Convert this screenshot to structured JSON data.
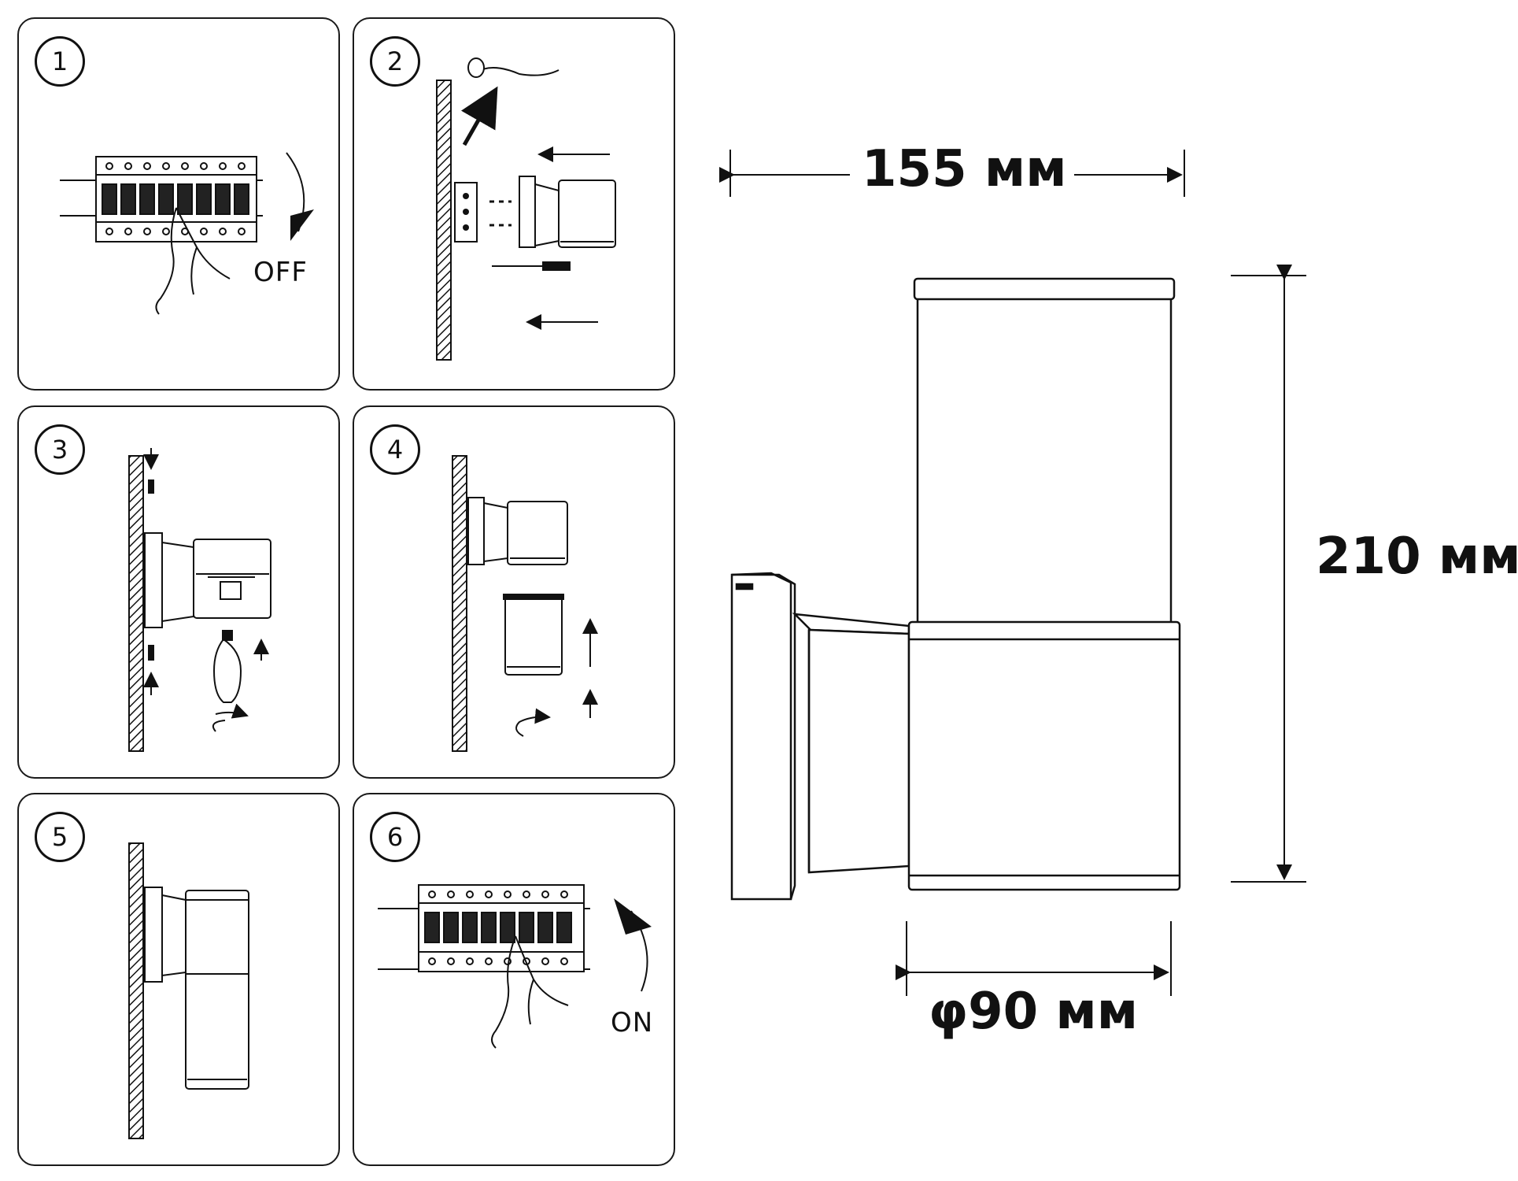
{
  "steps": [
    {
      "number": "1",
      "caption": "OFF"
    },
    {
      "number": "2",
      "caption": ""
    },
    {
      "number": "3",
      "caption": ""
    },
    {
      "number": "4",
      "caption": ""
    },
    {
      "number": "5",
      "caption": ""
    },
    {
      "number": "6",
      "caption": "ON"
    }
  ],
  "dimensions": {
    "width": "155 мм",
    "height": "210 мм",
    "diameter": "φ90 мм"
  }
}
